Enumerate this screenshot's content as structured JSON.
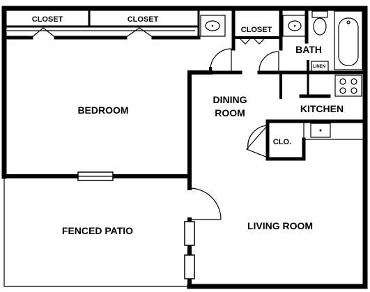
{
  "rooms": {
    "closet_left": "CLOSET",
    "closet_right": "CLOSET",
    "closet_bath": "CLOSET",
    "bath": "BATH",
    "linen": "LINEN",
    "bedroom": "BEDROOM",
    "dining_line1": "DINING",
    "dining_line2": "ROOM",
    "kitchen": "KITCHEN",
    "clo": "CLO.",
    "patio": "FENCED PATIO",
    "living": "LIVING ROOM"
  },
  "fixtures": [
    "sink-icon",
    "sink-icon",
    "toilet-icon",
    "bathtub-icon",
    "stove-icon",
    "kitchen-sink-icon"
  ],
  "colors": {
    "line": "#000000",
    "background": "#ffffff"
  }
}
